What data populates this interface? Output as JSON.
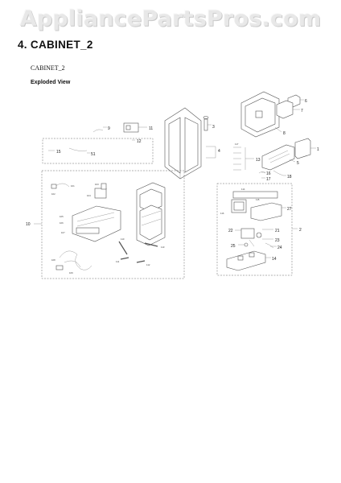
{
  "watermark": "AppliancePartsPros.com",
  "heading": "4.  CABINET_2",
  "subtitle": "CABINET_2",
  "subhead": "Exploded View",
  "callouts": {
    "c1": "1",
    "c2": "2",
    "c3": "3",
    "c4": "4",
    "c5": "5",
    "c6": "6",
    "c7": "7",
    "c8": "8",
    "c9": "9",
    "c10": "10",
    "c11": "11",
    "c12": "12",
    "c13": "13",
    "c14": "14",
    "c15": "15",
    "c16": "16",
    "c17": "17",
    "c18": "18",
    "c21": "21",
    "c22": "22",
    "c23": "23",
    "c24": "24",
    "c25": "25",
    "c27": "27",
    "c51": "51"
  },
  "small_labels": [
    "101",
    "102",
    "103",
    "104",
    "105",
    "106",
    "107",
    "108",
    "109",
    "110",
    "111",
    "112",
    "113",
    "114",
    "115",
    "116",
    "117"
  ]
}
